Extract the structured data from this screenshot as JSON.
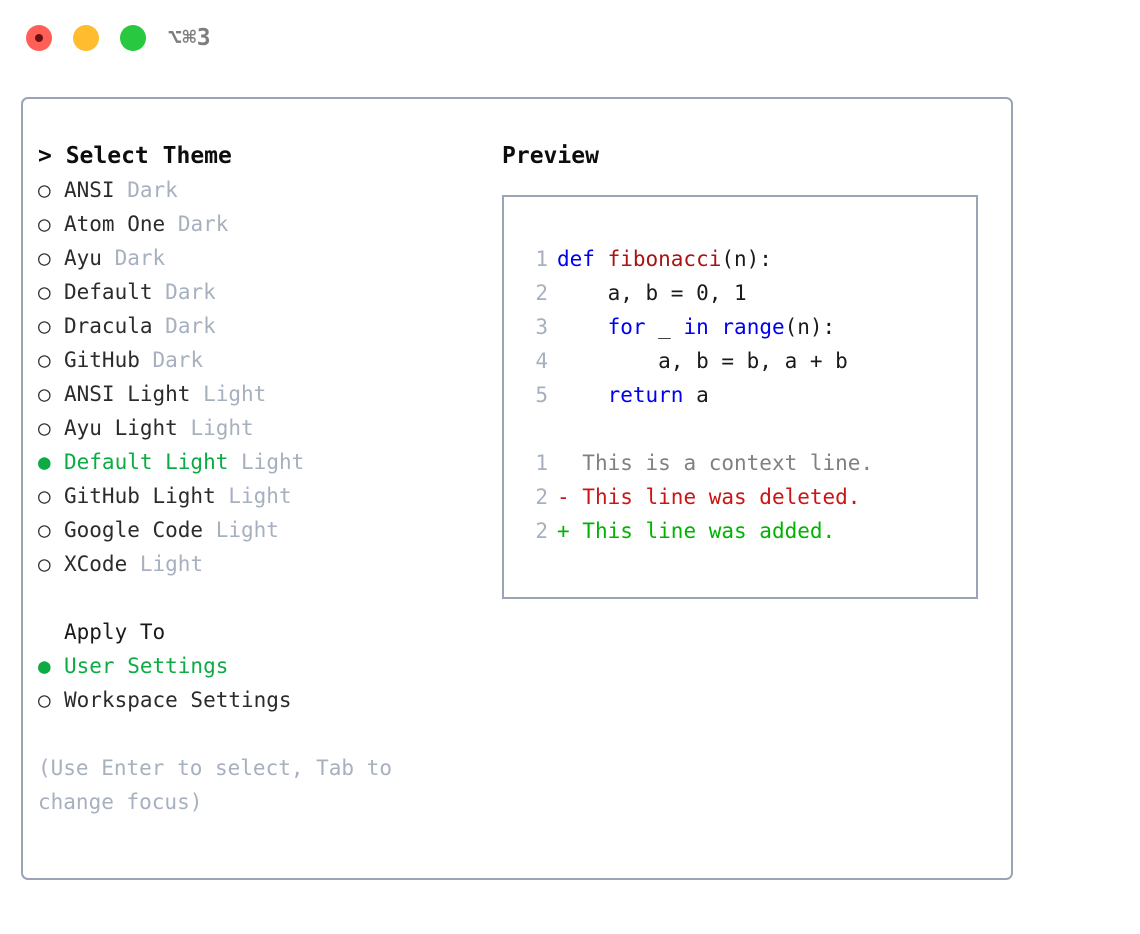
{
  "titlebar": {
    "shortcut": "⌥⌘3",
    "buttons": [
      {
        "name": "close",
        "color": "#ff5f57"
      },
      {
        "name": "minimize",
        "color": "#febc2e"
      },
      {
        "name": "maximize",
        "color": "#28c840"
      }
    ]
  },
  "colors": {
    "selected_green": "#0cab43",
    "muted": "#a7b0bf",
    "border": "#9aa4b6",
    "keyword_blue": "#0000ee",
    "function_red": "#a81414",
    "diff_delete": "#cc1414",
    "diff_add": "#00b300",
    "diff_context": "#808080"
  },
  "theme_list": {
    "header": "> Select Theme",
    "marker_selected": "●",
    "marker_unselected": "○",
    "items": [
      {
        "marker": "○",
        "name": "ANSI",
        "category": "Dark",
        "selected": false
      },
      {
        "marker": "○",
        "name": "Atom One",
        "category": "Dark",
        "selected": false
      },
      {
        "marker": "○",
        "name": "Ayu",
        "category": "Dark",
        "selected": false
      },
      {
        "marker": "○",
        "name": "Default",
        "category": "Dark",
        "selected": false
      },
      {
        "marker": "○",
        "name": "Dracula",
        "category": "Dark",
        "selected": false
      },
      {
        "marker": "○",
        "name": "GitHub",
        "category": "Dark",
        "selected": false
      },
      {
        "marker": "○",
        "name": "ANSI Light",
        "category": "Light",
        "selected": false
      },
      {
        "marker": "○",
        "name": "Ayu Light",
        "category": "Light",
        "selected": false
      },
      {
        "marker": "●",
        "name": "Default Light",
        "category": "Light",
        "selected": true
      },
      {
        "marker": "○",
        "name": "GitHub Light",
        "category": "Light",
        "selected": false
      },
      {
        "marker": "○",
        "name": "Google Code",
        "category": "Light",
        "selected": false
      },
      {
        "marker": "○",
        "name": "XCode",
        "category": "Light",
        "selected": false
      }
    ]
  },
  "apply_to": {
    "header": "Apply To",
    "items": [
      {
        "marker": "●",
        "name": "User Settings",
        "selected": true
      },
      {
        "marker": "○",
        "name": "Workspace Settings",
        "selected": false
      }
    ]
  },
  "hint": "(Use Enter to select, Tab to change focus)",
  "preview": {
    "title": "Preview",
    "code_lines": [
      {
        "lineno": "1",
        "tokens": [
          {
            "text": "def ",
            "kind": "kw"
          },
          {
            "text": "fibonacci",
            "kind": "fn"
          },
          {
            "text": "(n):",
            "kind": "pl"
          }
        ]
      },
      {
        "lineno": "2",
        "tokens": [
          {
            "text": "    a, b = 0, 1",
            "kind": "pl"
          }
        ]
      },
      {
        "lineno": "3",
        "tokens": [
          {
            "text": "    ",
            "kind": "pl"
          },
          {
            "text": "for",
            "kind": "kw"
          },
          {
            "text": " _ ",
            "kind": "pl"
          },
          {
            "text": "in",
            "kind": "kw"
          },
          {
            "text": " ",
            "kind": "pl"
          },
          {
            "text": "range",
            "kind": "kw"
          },
          {
            "text": "(n):",
            "kind": "pl"
          }
        ]
      },
      {
        "lineno": "4",
        "tokens": [
          {
            "text": "        a, b = b, a + b",
            "kind": "pl"
          }
        ]
      },
      {
        "lineno": "5",
        "tokens": [
          {
            "text": "    ",
            "kind": "pl"
          },
          {
            "text": "return",
            "kind": "kw"
          },
          {
            "text": " a",
            "kind": "pl"
          }
        ]
      }
    ],
    "diff_lines": [
      {
        "lineno": "1",
        "sign": "  ",
        "text": "This is a context line.",
        "kind": "ctx"
      },
      {
        "lineno": "2",
        "sign": "- ",
        "text": "This line was deleted.",
        "kind": "del"
      },
      {
        "lineno": "2",
        "sign": "+ ",
        "text": "This line was added.",
        "kind": "add"
      }
    ]
  }
}
